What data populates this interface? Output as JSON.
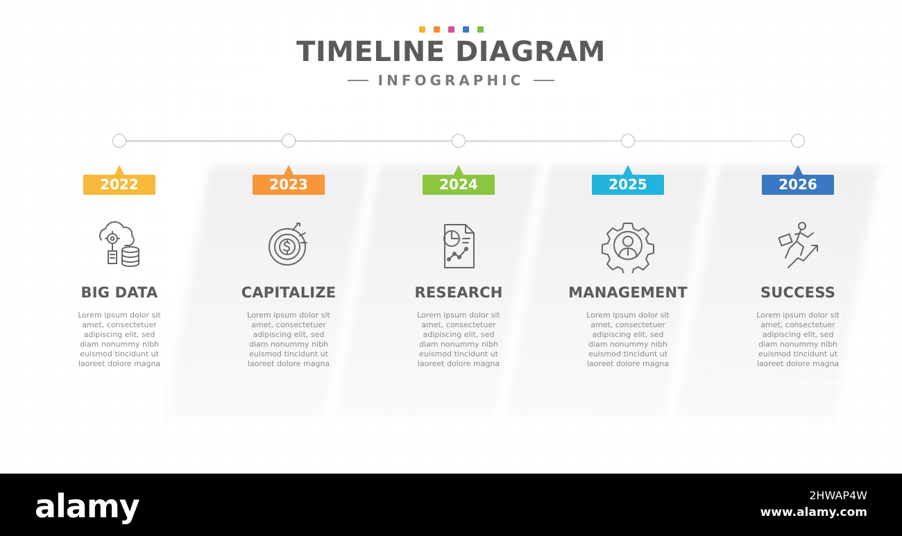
{
  "header": {
    "title": "TIMELINE DIAGRAM",
    "subtitle": "INFOGRAPHIC",
    "accent_dots": [
      "#f5b334",
      "#f58a34",
      "#d94a9a",
      "#3a7cc2",
      "#7bc043"
    ]
  },
  "milestones": [
    {
      "year": "2022",
      "color": "#f6b93b",
      "icon": "big-data-cloud-database-icon",
      "label": "BIG DATA",
      "description": "Lorem ipsum dolor sit amet, consectetuer adipiscing elit, sed diam nonummy nibh euismod tincidunt ut laoreet dolore magna"
    },
    {
      "year": "2023",
      "color": "#f7973a",
      "icon": "dollar-target-chart-icon",
      "label": "CAPITALIZE",
      "description": "Lorem ipsum dolor sit amet, consectetuer adipiscing elit, sed diam nonummy nibh euismod tincidunt ut laoreet dolore magna"
    },
    {
      "year": "2024",
      "color": "#8cc540",
      "icon": "report-chart-document-icon",
      "label": "RESEARCH",
      "description": "Lorem ipsum dolor sit amet, consectetuer adipiscing elit, sed diam nonummy nibh euismod tincidunt ut laoreet dolore magna"
    },
    {
      "year": "2025",
      "color": "#22b3de",
      "icon": "gear-person-icon",
      "label": "MANAGEMENT",
      "description": "Lorem ipsum dolor sit amet, consectetuer adipiscing elit, sed diam nonummy nibh euismod tincidunt ut laoreet dolore magna"
    },
    {
      "year": "2026",
      "color": "#3a78c2",
      "icon": "businessman-growth-arrow-icon",
      "label": "SUCCESS",
      "description": "Lorem ipsum dolor sit amet, consectetuer adipiscing elit, sed diam nonummy nibh euismod tincidunt ut laoreet dolore magna"
    }
  ],
  "footer": {
    "brand": "alamy",
    "stock_id": "2HWAP4W",
    "url": "www.alamy.com"
  }
}
